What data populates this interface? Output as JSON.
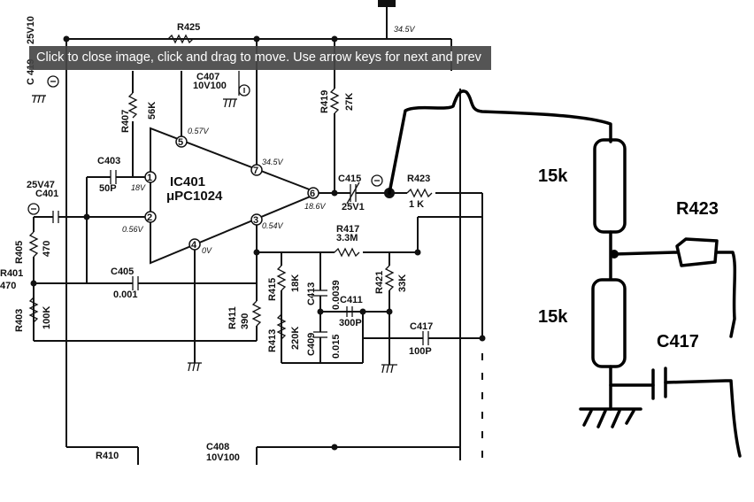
{
  "overlay": {
    "hint": "Click to close image, click and drag to move. Use arrow keys for next and prev"
  },
  "schematic": {
    "labels": {
      "r425": "R425",
      "v345_top": "34.5V",
      "c419": "C 419",
      "c419_val": "25V10",
      "v10v100": "10V100",
      "c407": "C407",
      "r407": "R407",
      "r407_val": "56K",
      "v057": "0.57V",
      "r419": "R419",
      "r419_val": "27K",
      "c403": "C403",
      "c403_val": "50P",
      "v18": "18V",
      "ic_name": "IC401",
      "ic_part": "μPC1024",
      "v345_pin7": "34.5V",
      "c415": "C415",
      "c415_val": "25V1",
      "r423": "R423",
      "r423_val": "1 K",
      "v186": "18.6V",
      "c401": "C401",
      "c401_val": "25V47",
      "v056": "0.56V",
      "v054": "0.54V",
      "v0": "0V",
      "r417": "R417",
      "r417_val": "3.3M",
      "r405": "R405",
      "r405_val": "470",
      "r401": "R401",
      "r401_val": "470",
      "c405": "C405",
      "c405_val": "0.001",
      "r415": "R415",
      "r415_val": "18K",
      "c413": "C413",
      "c413_val": "0.0039",
      "r421": "R421",
      "r421_val": "33K",
      "c411": "C411",
      "c411_val": "300P",
      "r403": "R403",
      "r403_val": "100K",
      "r411": "R411",
      "r411_val": "390",
      "r413": "R413",
      "r413_val": "220K",
      "c409": "C409",
      "c409_val": "0.015",
      "c417": "C417",
      "c417_val": "100P",
      "r410": "R410",
      "c408": "C408",
      "c408_val": "10V100",
      "pin1": "1",
      "pin2": "2",
      "pin3": "3",
      "pin4": "4",
      "pin5": "5",
      "pin6": "6",
      "pin7": "7"
    }
  },
  "sketch": {
    "res_top": "15k",
    "res_bottom": "15k",
    "r423": "R423",
    "c417": "C417"
  }
}
